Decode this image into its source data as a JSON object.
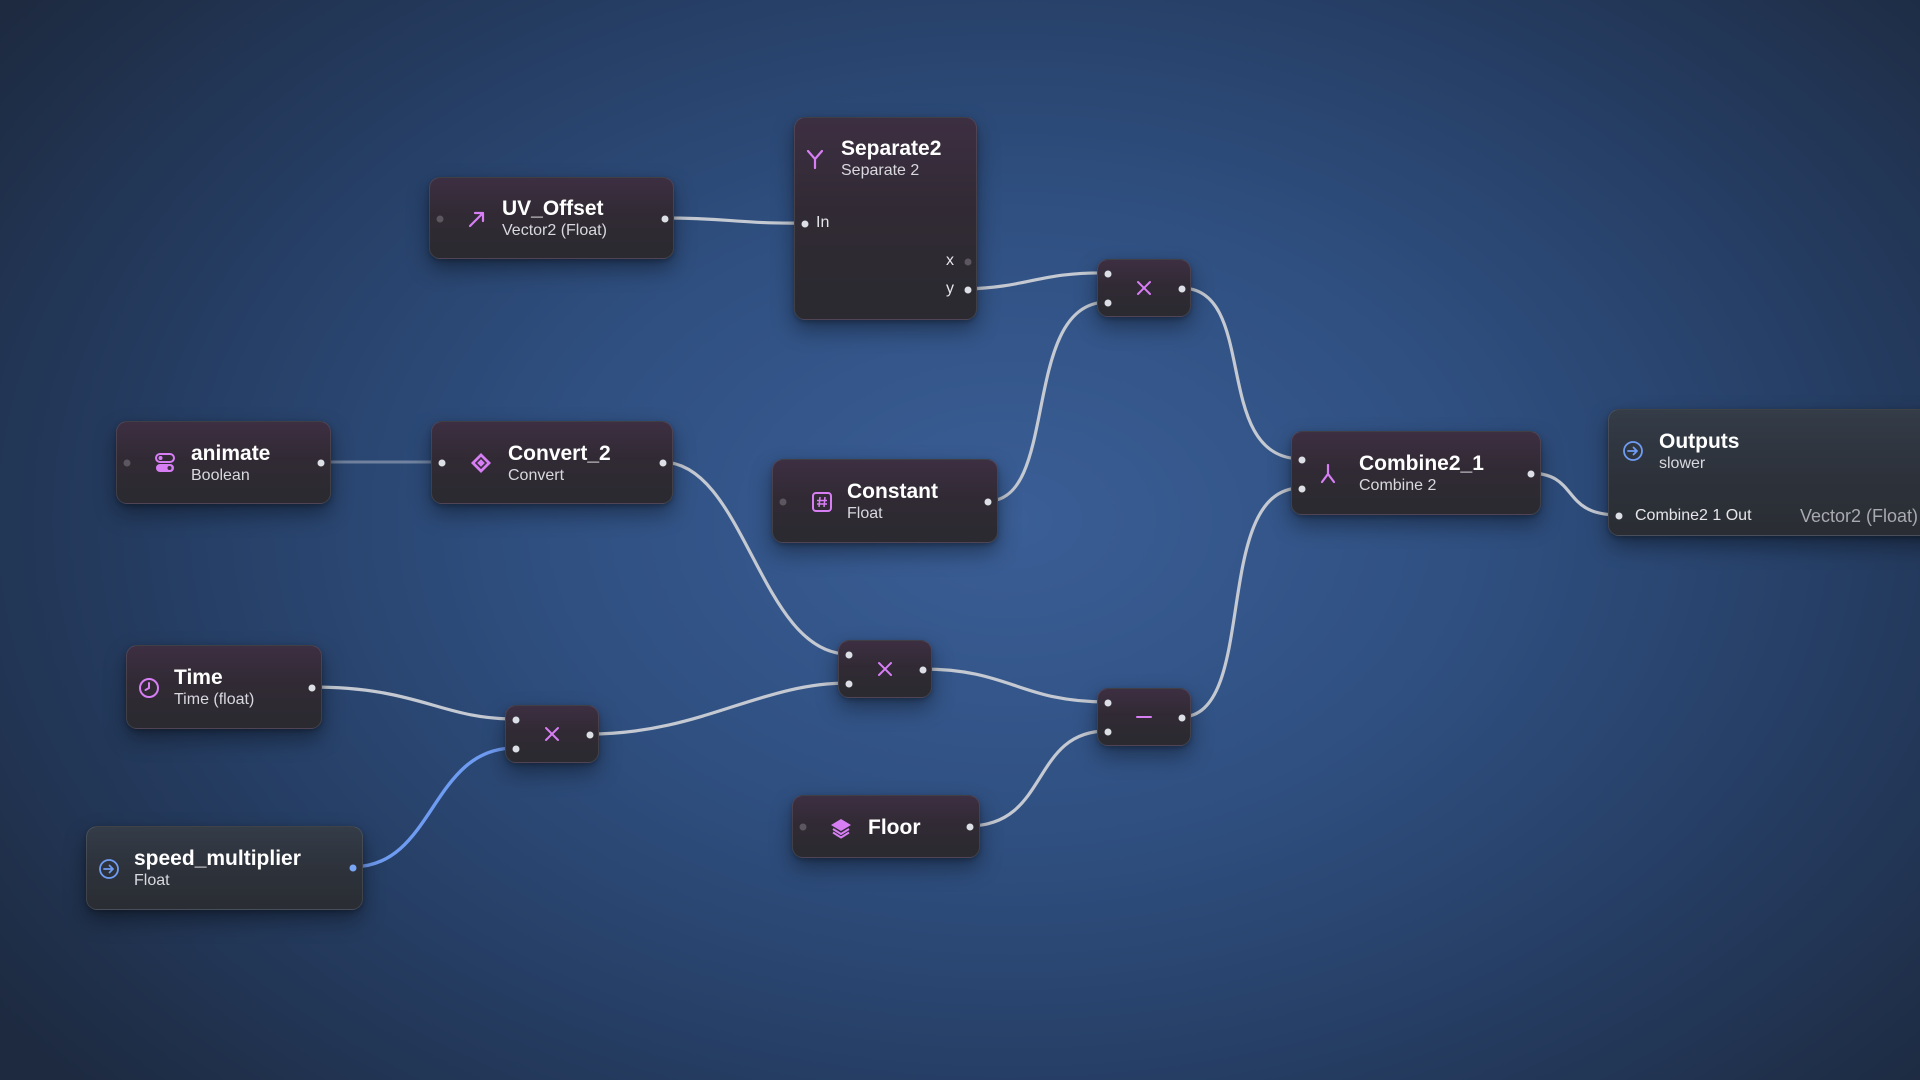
{
  "nodes": {
    "uv_offset": {
      "title": "UV_Offset",
      "subtitle": "Vector2 (Float)",
      "icon": "arrow-diagonal-icon"
    },
    "separate2": {
      "title": "Separate2",
      "subtitle": "Separate 2",
      "icon": "split-icon",
      "ports": {
        "in": "In",
        "x": "x",
        "y": "y"
      }
    },
    "animate": {
      "title": "animate",
      "subtitle": "Boolean",
      "icon": "toggle-icon"
    },
    "convert_2": {
      "title": "Convert_2",
      "subtitle": "Convert",
      "icon": "diamond-icon"
    },
    "constant": {
      "title": "Constant",
      "subtitle": "Float",
      "icon": "hash-icon"
    },
    "combine2_1": {
      "title": "Combine2_1",
      "subtitle": "Combine 2",
      "icon": "merge-icon"
    },
    "outputs": {
      "title": "Outputs",
      "subtitle": "slower",
      "icon": "arrow-circle-icon",
      "port_label": "Combine2 1 Out",
      "port_type": "Vector2 (Float)"
    },
    "time": {
      "title": "Time",
      "subtitle": "Time (float)",
      "icon": "clock-icon"
    },
    "speed_multiplier": {
      "title": "speed_multiplier",
      "subtitle": "Float",
      "icon": "arrow-circle-icon"
    },
    "floor": {
      "title": "Floor",
      "icon": "layers-icon"
    },
    "multiply_1": {
      "operation": "multiply",
      "symbol": "×"
    },
    "multiply_2": {
      "operation": "multiply",
      "symbol": "×"
    },
    "multiply_3": {
      "operation": "multiply",
      "symbol": "×"
    },
    "subtract_1": {
      "operation": "subtract",
      "symbol": "—"
    }
  },
  "colors": {
    "accent_icon": "#d77ef5",
    "input_wire": "#6f9cf3",
    "wire": "#c4c9d2"
  }
}
